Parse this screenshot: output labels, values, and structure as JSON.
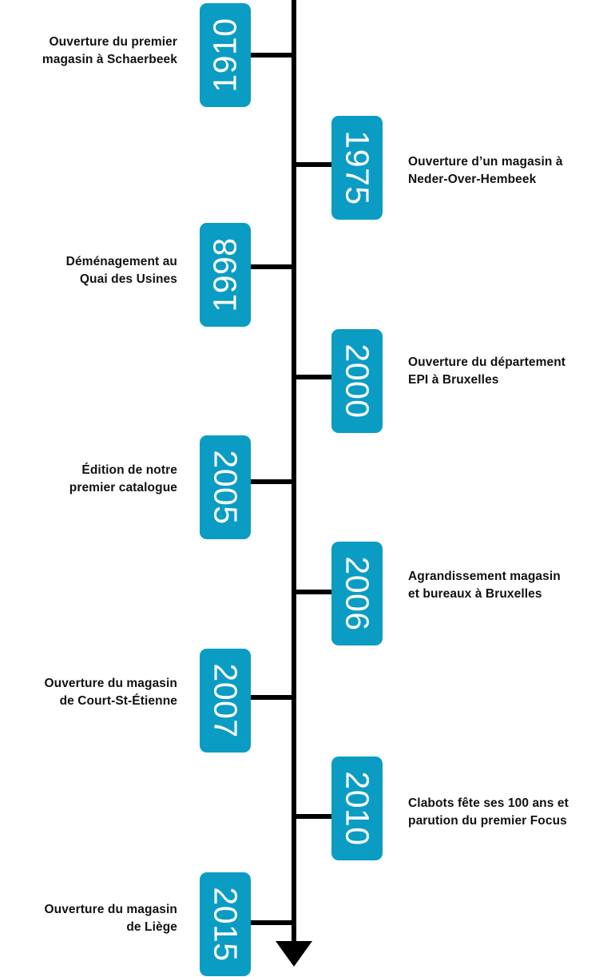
{
  "graphic": {
    "type": "vertical-timeline",
    "orientation": "vertical",
    "accent_color": "#0b9cc4",
    "line_color": "#000000",
    "text_color": "#111111",
    "chip_text_color": "#ffffff",
    "language": "fr"
  },
  "events": [
    {
      "year": "1910",
      "caption": "Ouverture du premier\nmagasin à Schaerbeek",
      "side": "left",
      "year_rotation": "counter-clockwise"
    },
    {
      "year": "1975",
      "caption": "Ouverture d’un magasin à\nNeder-Over-Hembeek",
      "side": "right",
      "year_rotation": "clockwise"
    },
    {
      "year": "1998",
      "caption": "Déménagement au\nQuai des Usines",
      "side": "left",
      "year_rotation": "counter-clockwise"
    },
    {
      "year": "2000",
      "caption": "Ouverture du département\nEPI à Bruxelles",
      "side": "right",
      "year_rotation": "clockwise"
    },
    {
      "year": "2005",
      "caption": "Édition de notre\npremier catalogue",
      "side": "left",
      "year_rotation": "clockwise"
    },
    {
      "year": "2006",
      "caption": "Agrandissement magasin\net bureaux à Bruxelles",
      "side": "right",
      "year_rotation": "clockwise"
    },
    {
      "year": "2007",
      "caption": "Ouverture du magasin\nde Court-St-Étienne",
      "side": "left",
      "year_rotation": "clockwise"
    },
    {
      "year": "2010",
      "caption": "Clabots fête ses 100 ans et\nparution du premier Focus",
      "side": "right",
      "year_rotation": "clockwise"
    },
    {
      "year": "2015",
      "caption": "Ouverture du magasin\nde Liège",
      "side": "left",
      "year_rotation": "clockwise"
    }
  ],
  "layout": {
    "chip_tops": [
      4,
      145,
      279,
      412,
      545,
      678,
      812,
      947,
      1092
    ],
    "connector_tops": [
      66,
      203,
      331,
      469,
      600,
      738,
      870,
      1019,
      1152
    ],
    "caption_tops": [
      42,
      192,
      317,
      443,
      578,
      711,
      845,
      995,
      1128
    ]
  }
}
